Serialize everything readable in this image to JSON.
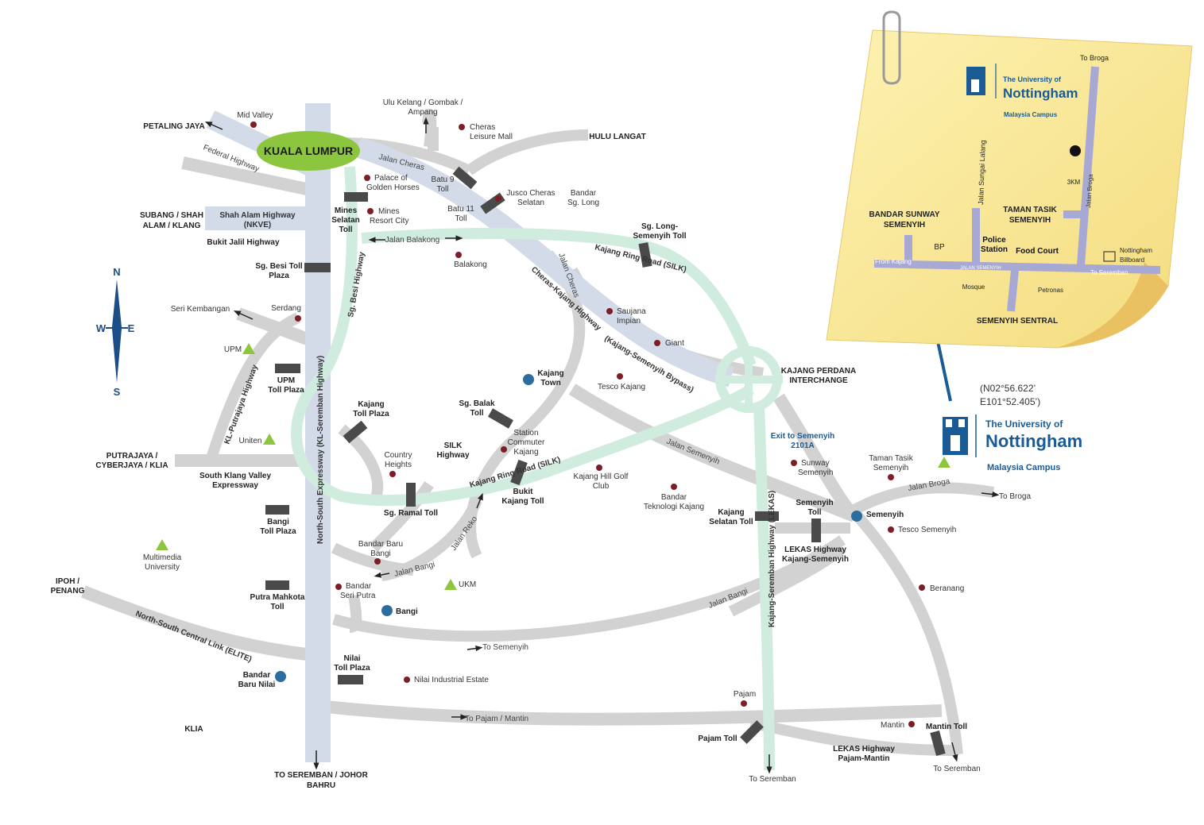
{
  "city": "KUALA LUMPUR",
  "compass": {
    "n": "N",
    "s": "S",
    "w": "W",
    "e": "E"
  },
  "region_labels": {
    "petaling_jaya": "PETALING JAYA",
    "hulu_langat": "HULU LANGAT",
    "subang": [
      "SUBANG / SHAH",
      "ALAM / KLANG"
    ],
    "putrajaya": [
      "PUTRAJAYA /",
      "CYBERJAYA / KLIA"
    ],
    "ipoh": [
      "IPOH /",
      "PENANG"
    ],
    "klia": "KLIA",
    "to_seremban_johor": [
      "TO SEREMBAN / JOHOR",
      "BAHRU"
    ],
    "kajang_perdana": [
      "KAJANG PERDANA",
      "INTERCHANGE"
    ]
  },
  "road_labels": {
    "federal": "Federal Highway",
    "shah_alam": [
      "Shah Alam Highway",
      "(NKVE)"
    ],
    "bukit_jalil": "Bukit Jalil Highway",
    "jalan_cheras_1": "Jalan Cheras",
    "jalan_cheras_2": "Jalan Cheras",
    "jalan_balakong": "Jalan Balakong",
    "sg_besi_hwy": "Sg. Besi Highway",
    "kl_putrajaya": "KL-Putrajaya Highway",
    "nse": "North-South Expressway (KL-Seremban Highway)",
    "ckh": "Cheras-Kajang Highway",
    "ksb": "(Kajang-Semenyih Bypass)",
    "silk_1": "Kajang Ring Road (SILK)",
    "silk_2": "Kajang Ring Road (SILK)",
    "jalan_semenyih": "Jalan Semenyih",
    "lekas": "Kajang-Seremban Highway (LEKAS)",
    "jalan_broga": "Jalan Broga",
    "jalan_bangi_1": "Jalan Bangi",
    "jalan_bangi_2": "Jalan Bangi",
    "jalan_reko": "Jalan Reko",
    "elite": "North-South Central Link (ELITE)",
    "south_klang": [
      "South Klang Valley",
      "Expressway"
    ],
    "silk_hwy": [
      "SILK",
      "Highway"
    ],
    "to_semenyih": "To Semenyih",
    "to_pajam": "To Pajam / Mantin",
    "lekas_ks": [
      "LEKAS Highway",
      "Kajang-Semenyih"
    ],
    "lekas_pm": [
      "LEKAS Highway",
      "Pajam-Mantin"
    ],
    "exit_semenyih": [
      "Exit to Semenyih",
      "2101A"
    ],
    "to_broga": "To Broga",
    "to_seremban_a": "To Seremban",
    "to_seremban_b": "To Seremban",
    "ulu_kelang": [
      "Ulu Kelang / Gombak /",
      "Ampang"
    ]
  },
  "tolls": {
    "batu9": [
      "Batu 9",
      "Toll"
    ],
    "batu11": [
      "Batu 11",
      "Toll"
    ],
    "mines": [
      "Mines",
      "Selatan",
      "Toll"
    ],
    "sg_long": [
      "Sg. Long-",
      "Semenyih Toll"
    ],
    "sg_besi": [
      "Sg. Besi Toll",
      "Plaza"
    ],
    "upm": [
      "UPM",
      "Toll Plaza"
    ],
    "kajang": [
      "Kajang",
      "Toll Plaza"
    ],
    "sg_balak": [
      "Sg. Balak",
      "Toll"
    ],
    "sg_ramal": "Sg. Ramal Toll",
    "bukit_kajang": [
      "Bukit",
      "Kajang Toll"
    ],
    "bangi": [
      "Bangi",
      "Toll Plaza"
    ],
    "putra_mahkota": [
      "Putra Mahkota",
      "Toll"
    ],
    "nilai": [
      "Nilai",
      "Toll Plaza"
    ],
    "kajang_selatan": [
      "Kajang",
      "Selatan Toll"
    ],
    "semenyih": [
      "Semenyih",
      "Toll"
    ],
    "pajam": "Pajam Toll",
    "mantin": "Mantin Toll"
  },
  "places": {
    "mid_valley": "Mid Valley",
    "cheras_leisure": [
      "Cheras",
      "Leisure Mall"
    ],
    "palace": [
      "Palace of",
      "Golden Horses"
    ],
    "jusco": [
      "Jusco Cheras",
      "Selatan"
    ],
    "bandar_sg_long": [
      "Bandar",
      "Sg. Long"
    ],
    "mines_resort": [
      "Mines",
      "Resort City"
    ],
    "balakong": "Balakong",
    "serdang": "Serdang",
    "seri_kembangan": "Seri Kembangan",
    "saujana": [
      "Saujana",
      "Impian"
    ],
    "giant": "Giant",
    "tesco_kajang": "Tesco Kajang",
    "kajang_town": [
      "Kajang",
      "Town"
    ],
    "station": [
      "Station",
      "Commuter",
      "Kajang"
    ],
    "country_heights": [
      "Country",
      "Heights"
    ],
    "kajang_hill": [
      "Kajang Hill Golf",
      "Club"
    ],
    "bandar_teknologi": [
      "Bandar",
      "Teknologi Kajang"
    ],
    "sunway_semenyih": [
      "Sunway",
      "Semenyih"
    ],
    "taman_tasik": [
      "Taman Tasik",
      "Semenyih"
    ],
    "semenyih": "Semenyih",
    "tesco_semenyih": "Tesco Semenyih",
    "beranang": "Beranang",
    "bandar_baru_bangi": [
      "Bandar Baru",
      "Bangi"
    ],
    "bandar_seri_putra": [
      "Bandar",
      "Seri Putra"
    ],
    "bangi": "Bangi",
    "ukm": "UKM",
    "upm": "UPM",
    "uniten": "Uniten",
    "multimedia": [
      "Multimedia",
      "University"
    ],
    "bandar_baru_nilai": [
      "Bandar",
      "Baru Nilai"
    ],
    "nilai_industrial": "Nilai Industrial Estate",
    "pajam": "Pajam",
    "mantin": "Mantin"
  },
  "campus": {
    "coords": [
      "(N02°56.622’",
      "E101°52.405’)"
    ],
    "uni_line1": "The University of",
    "uni_line2": "Nottingham",
    "uni_line3": "Malaysia Campus"
  },
  "note": {
    "to_broga": "To Broga",
    "jalan_sungai_lalang": "Jalan Sungai Lalang",
    "jalan_broga": "Jalan Broga",
    "km": "3KM",
    "taman_tasik": [
      "TAMAN TASIK",
      "SEMENYIH"
    ],
    "bandar_sunway": [
      "BANDAR SUNWAY",
      "SEMENYIH"
    ],
    "bp": "BP",
    "police": [
      "Police",
      "Station"
    ],
    "food_court": "Food Court",
    "billboard": [
      "Nottingham",
      "Billboard"
    ],
    "from_kajang": "From Kajang",
    "jalan_semenyih": "JALAN SEMENYIH",
    "to_seremban": "To Seremban",
    "mosque": "Mosque",
    "petronas": "Petronas",
    "semenyih_sentral": "SEMENYIH SENTRAL"
  },
  "colors": {
    "road": "#d2d2d2",
    "highway": "#d3dbe9",
    "ring_road": "#d0ecdf",
    "toll": "#4a4a4a",
    "poi": "#7d1d25",
    "town": "#2a6d9e",
    "university": "#8cc63e",
    "kl_oval": "#8cc63e",
    "note": "#fbeea0",
    "brand": "#1a5b96"
  }
}
